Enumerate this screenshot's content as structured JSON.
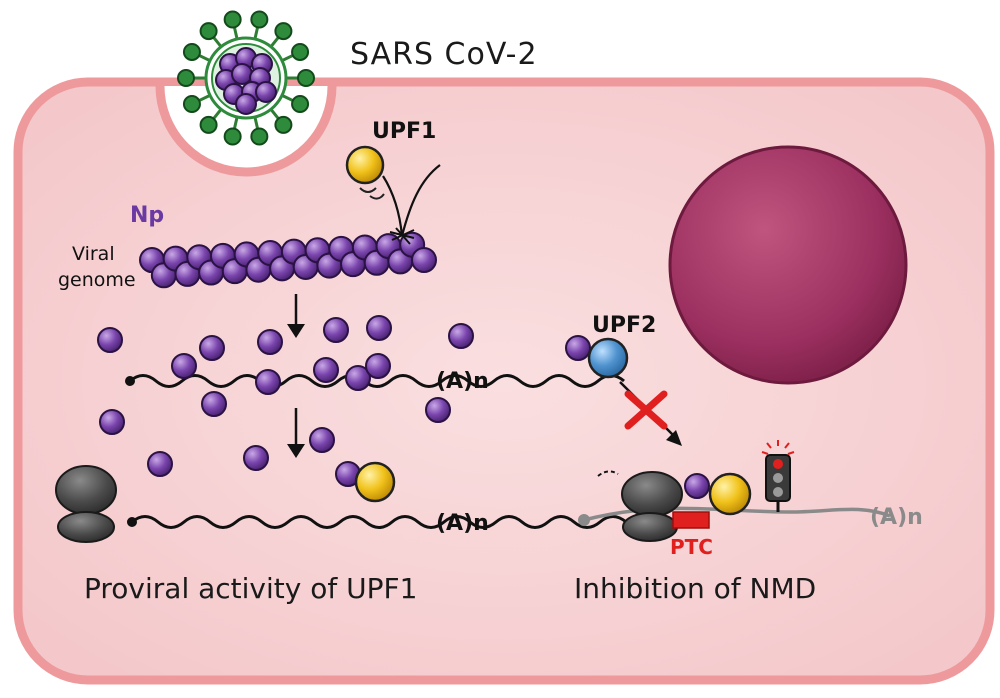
{
  "title": "SARS CoV-2",
  "labels": {
    "upf1": "UPF1",
    "np": "Np",
    "viral_genome_line1": "Viral",
    "viral_genome_line2": "genome",
    "polya_1": "(A)n",
    "polya_2": "(A)n",
    "polya_3": "(A)n",
    "upf2": "UPF2",
    "ptc": "PTC",
    "caption_left": "Proviral activity of UPF1",
    "caption_right": "Inhibition of NMD"
  },
  "colors": {
    "cell_fill": "#f6d2d4",
    "cell_border": "#ee9a9c",
    "nucleus": "#9b2f5f",
    "np_protein": "#6b3a9b",
    "upf1_protein": "#f1c21b",
    "upf2_protein": "#4f93cf",
    "ribosome": "#4a4a4a",
    "ptc": "#e0201f",
    "inhibition_cross": "#e0201f",
    "np_label": "#6a3aa2"
  },
  "icons": {
    "virus": "sars-cov-2-virion-icon",
    "ribosome": "ribosome-icon",
    "traffic_light": "traffic-light-icon",
    "cross": "inhibition-cross-icon"
  }
}
